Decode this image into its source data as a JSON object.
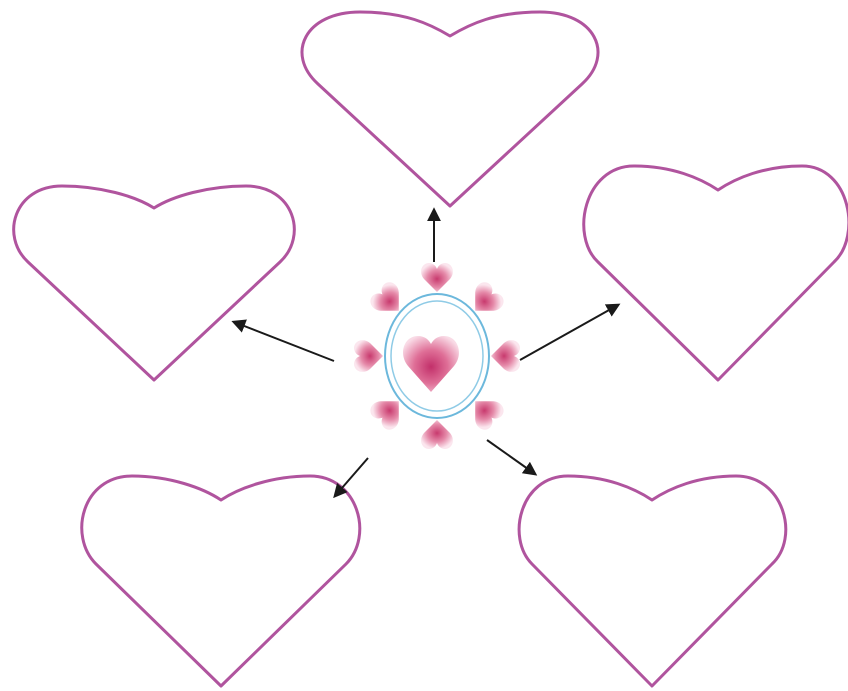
{
  "diagram": {
    "type": "radial-heart-graphic-organizer",
    "center": {
      "description_icon": "heart-wreath-icon",
      "petal_count": 8
    },
    "branches": [
      {
        "id": "top",
        "label": ""
      },
      {
        "id": "upper-left",
        "label": ""
      },
      {
        "id": "upper-right",
        "label": ""
      },
      {
        "id": "lower-left",
        "label": ""
      },
      {
        "id": "lower-right",
        "label": ""
      }
    ]
  },
  "colors": {
    "heart_outline": "#b0549e",
    "arrow": "#1a1a1a",
    "ring": "#6cb8dc",
    "petal_dark": "#c83a6e",
    "petal_light": "#f6cfdc",
    "background": "#ffffff"
  }
}
